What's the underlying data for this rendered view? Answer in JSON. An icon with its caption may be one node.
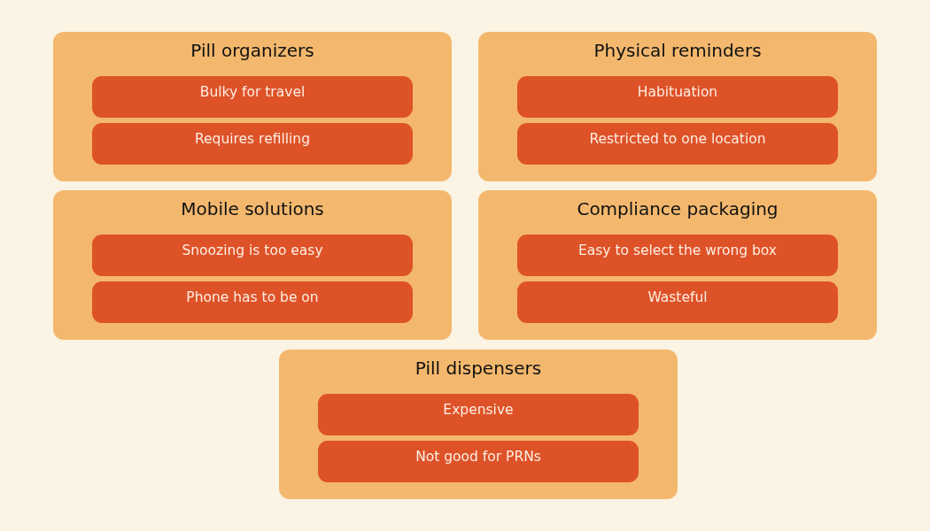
{
  "diagram": {
    "nodes": [
      {
        "text": [
          "Pill organizers"
        ]
      },
      {
        "text": [
          "Bulky for travel"
        ],
        "in": 0
      },
      {
        "text": [
          "Requires refilling"
        ],
        "in": 0
      },
      {
        "text": [
          "Physical reminders"
        ]
      },
      {
        "text": [
          "Habituation"
        ],
        "in": 3
      },
      {
        "text": [
          "Restricted to one location"
        ],
        "in": 3
      },
      {
        "text": [
          "Mobile solutions"
        ]
      },
      {
        "text": [
          "Snoozing is too easy"
        ],
        "in": 6
      },
      {
        "text": [
          "Phone has to be on"
        ],
        "in": 6
      },
      {
        "text": [
          "Compliance packaging"
        ]
      },
      {
        "text": [
          "Easy to select the wrong box"
        ],
        "in": 9
      },
      {
        "text": [
          "Wasteful"
        ],
        "in": 9
      },
      {
        "text": [
          "Pill dispensers"
        ]
      },
      {
        "text": [
          "Expensive"
        ],
        "in": 12
      },
      {
        "text": [
          "Not good for PRNs"
        ],
        "in": 12
      }
    ]
  }
}
